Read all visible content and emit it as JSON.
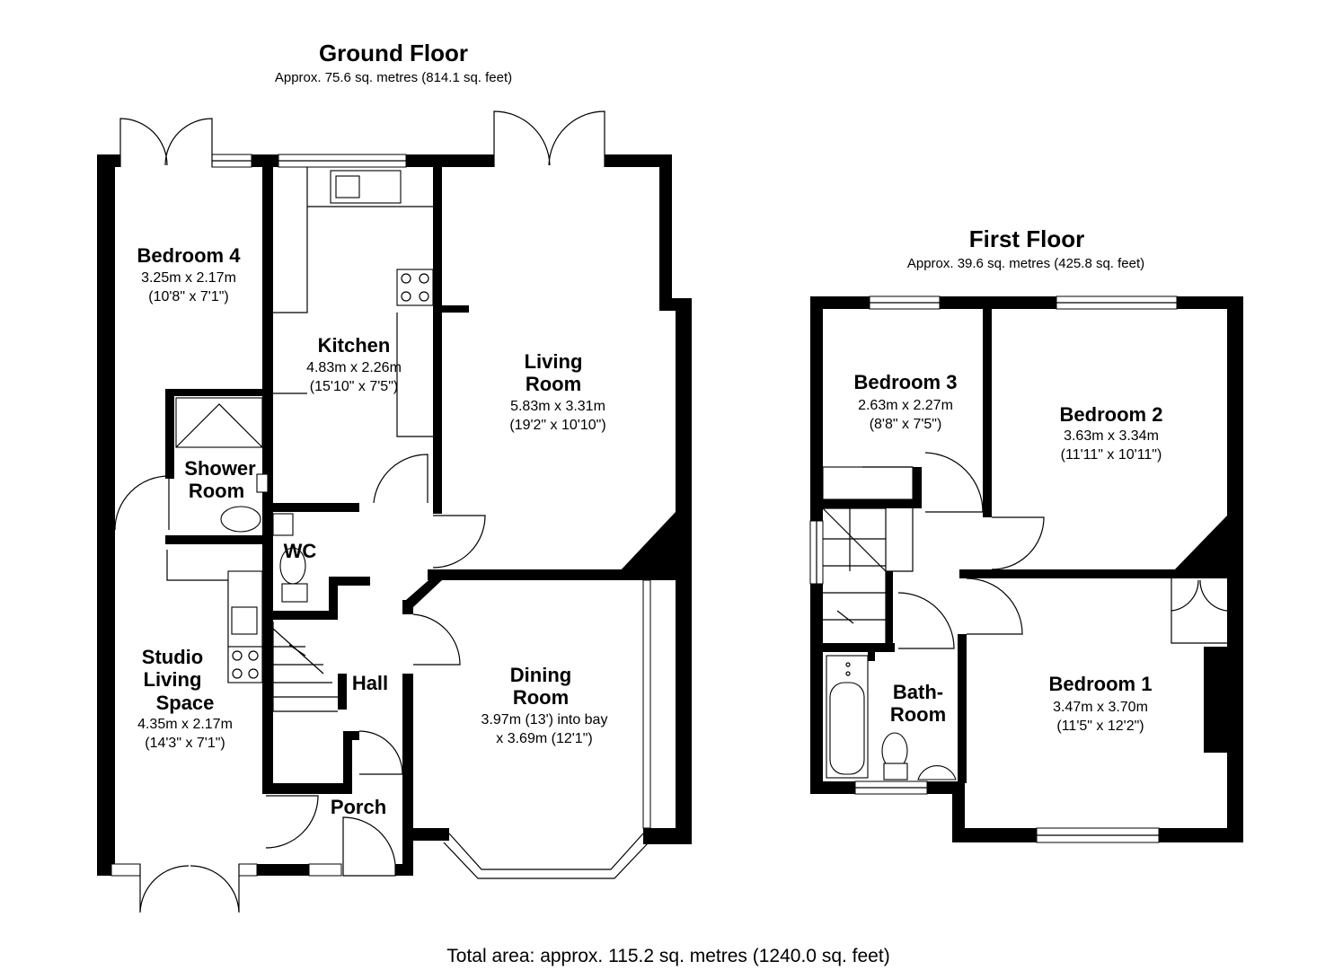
{
  "ground_floor": {
    "title": "Ground Floor",
    "area": "Approx. 75.6 sq. metres (814.1 sq. feet)",
    "rooms": {
      "bedroom4": {
        "name": "Bedroom 4",
        "dims_m": "3.25m x 2.17m",
        "dims_ft": "(10'8\" x 7'1\")"
      },
      "kitchen": {
        "name": "Kitchen",
        "dims_m": "4.83m x 2.26m",
        "dims_ft": "(15'10\" x 7'5\")"
      },
      "living": {
        "name_1": "Living",
        "name_2": "Room",
        "dims_m": "5.83m x 3.31m",
        "dims_ft": "(19'2\" x 10'10\")"
      },
      "shower": {
        "name_1": "Shower",
        "name_2": "Room"
      },
      "wc": {
        "name": "WC"
      },
      "studio": {
        "name_1": "Studio",
        "name_2": "Living",
        "name_3": "Space",
        "dims_m": "4.35m x 2.17m",
        "dims_ft": "(14'3\" x 7'1\")"
      },
      "hall": {
        "name": "Hall"
      },
      "dining": {
        "name_1": "Dining",
        "name_2": "Room",
        "dims_1": "3.97m (13') into bay",
        "dims_2": "x 3.69m (12'1\")"
      },
      "porch": {
        "name": "Porch"
      }
    }
  },
  "first_floor": {
    "title": "First Floor",
    "area": "Approx. 39.6 sq. metres (425.8 sq. feet)",
    "rooms": {
      "bedroom3": {
        "name": "Bedroom 3",
        "dims_m": "2.63m x 2.27m",
        "dims_ft": "(8'8\" x 7'5\")"
      },
      "bedroom2": {
        "name": "Bedroom 2",
        "dims_m": "3.63m x 3.34m",
        "dims_ft": "(11'11\" x 10'11\")"
      },
      "bedroom1": {
        "name": "Bedroom 1",
        "dims_m": "3.47m x 3.70m",
        "dims_ft": "(11'5\" x 12'2\")"
      },
      "bathroom": {
        "name_1": "Bath-",
        "name_2": "Room"
      }
    }
  },
  "total_area": "Total area: approx. 115.2 sq. metres (1240.0 sq. feet)",
  "colors": {
    "wall": "#000000",
    "background": "#ffffff"
  }
}
